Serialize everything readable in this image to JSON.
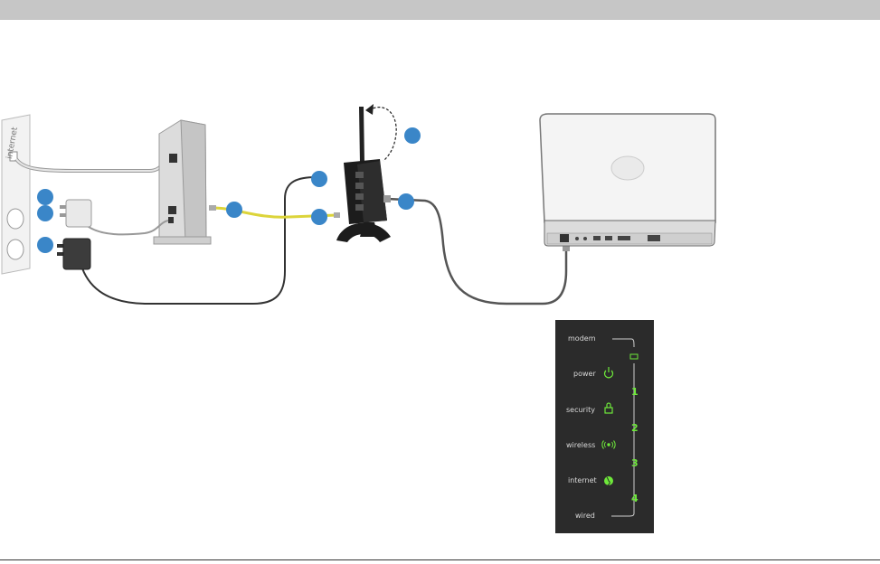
{
  "wall": {
    "text": "internet"
  },
  "led_panel": {
    "labels": [
      "modem",
      "power",
      "security",
      "wireless",
      "internet",
      "wired"
    ],
    "numbers": [
      "1",
      "2",
      "3",
      "4"
    ]
  },
  "colors": {
    "callout": "#3a86c8",
    "ethernet_yellow": "#dcd43a",
    "cable_gray": "#555555",
    "led_green": "#6ee83a",
    "panel": "#2b2b2b"
  }
}
